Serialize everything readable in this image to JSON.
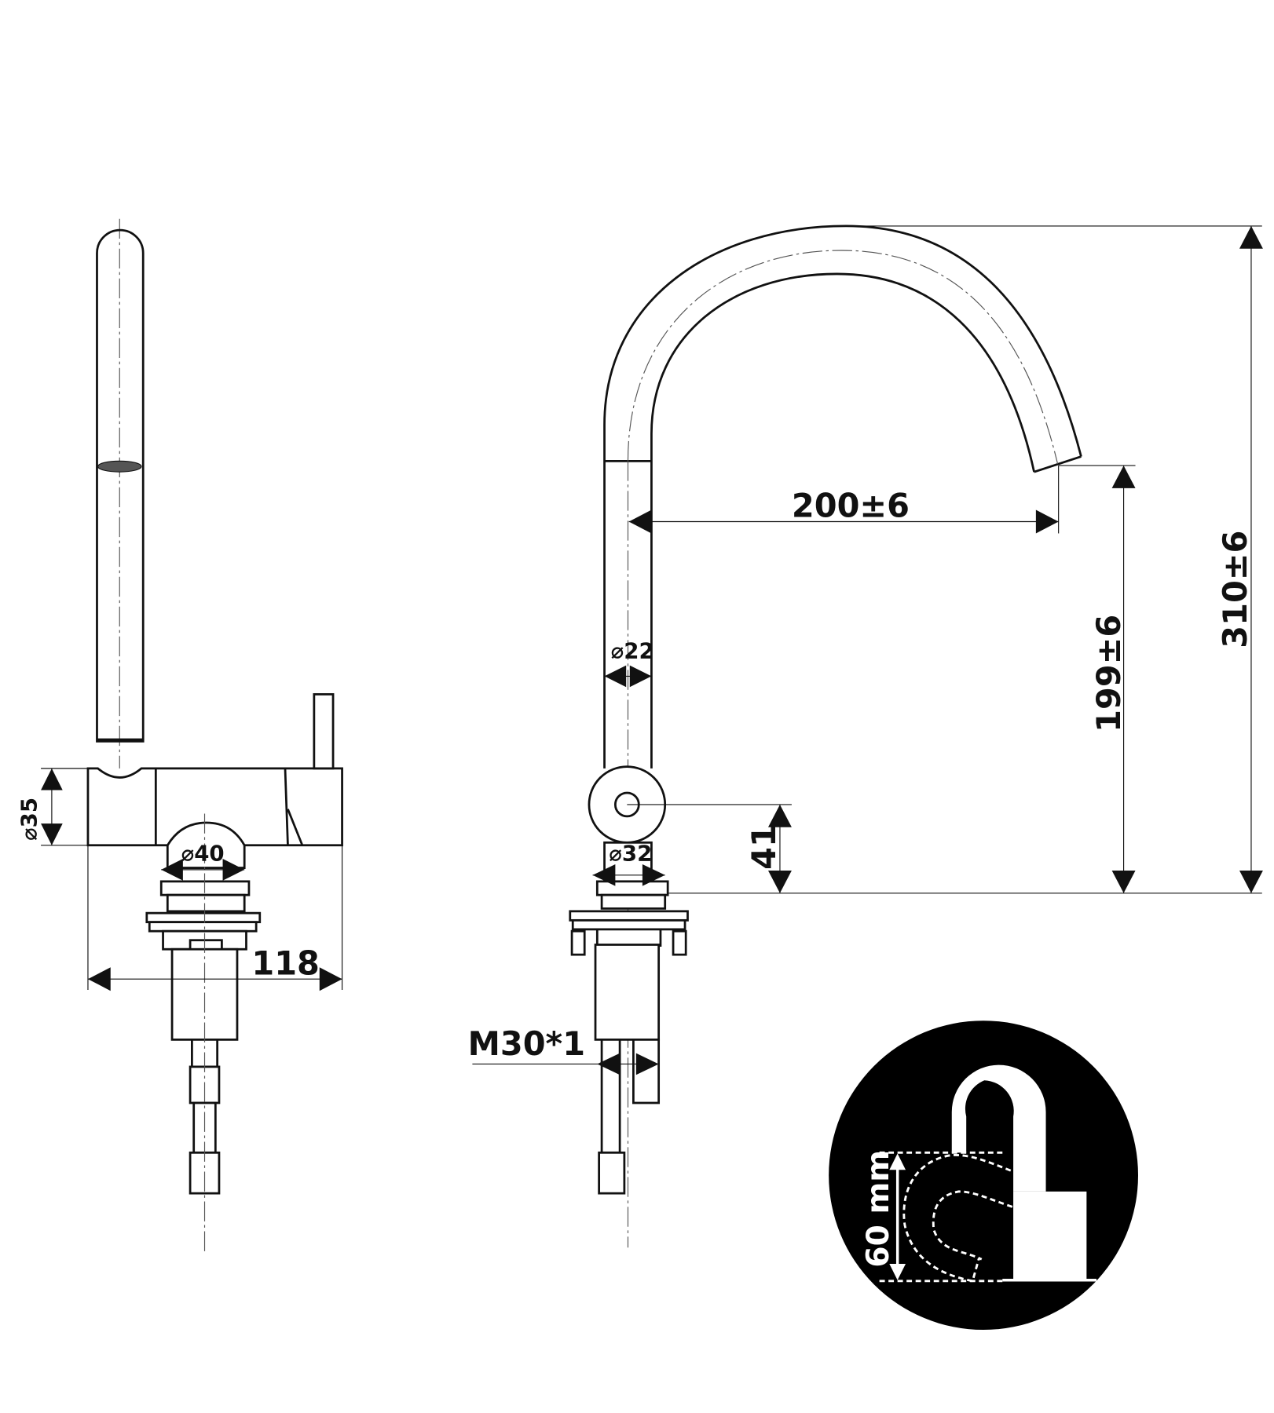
{
  "dimensions": {
    "left_view": {
      "body_diameter": "⌀35",
      "dome_diameter": "⌀40",
      "overall_width": "118"
    },
    "front_view": {
      "spout_reach": "200±6",
      "spout_height": "199±6",
      "total_height": "310±6",
      "handle_height": "41",
      "tube_diameter": "⌀22",
      "base_diameter": "⌀32",
      "thread": "M30*1"
    }
  },
  "badge": {
    "clearance": "60 mm"
  }
}
